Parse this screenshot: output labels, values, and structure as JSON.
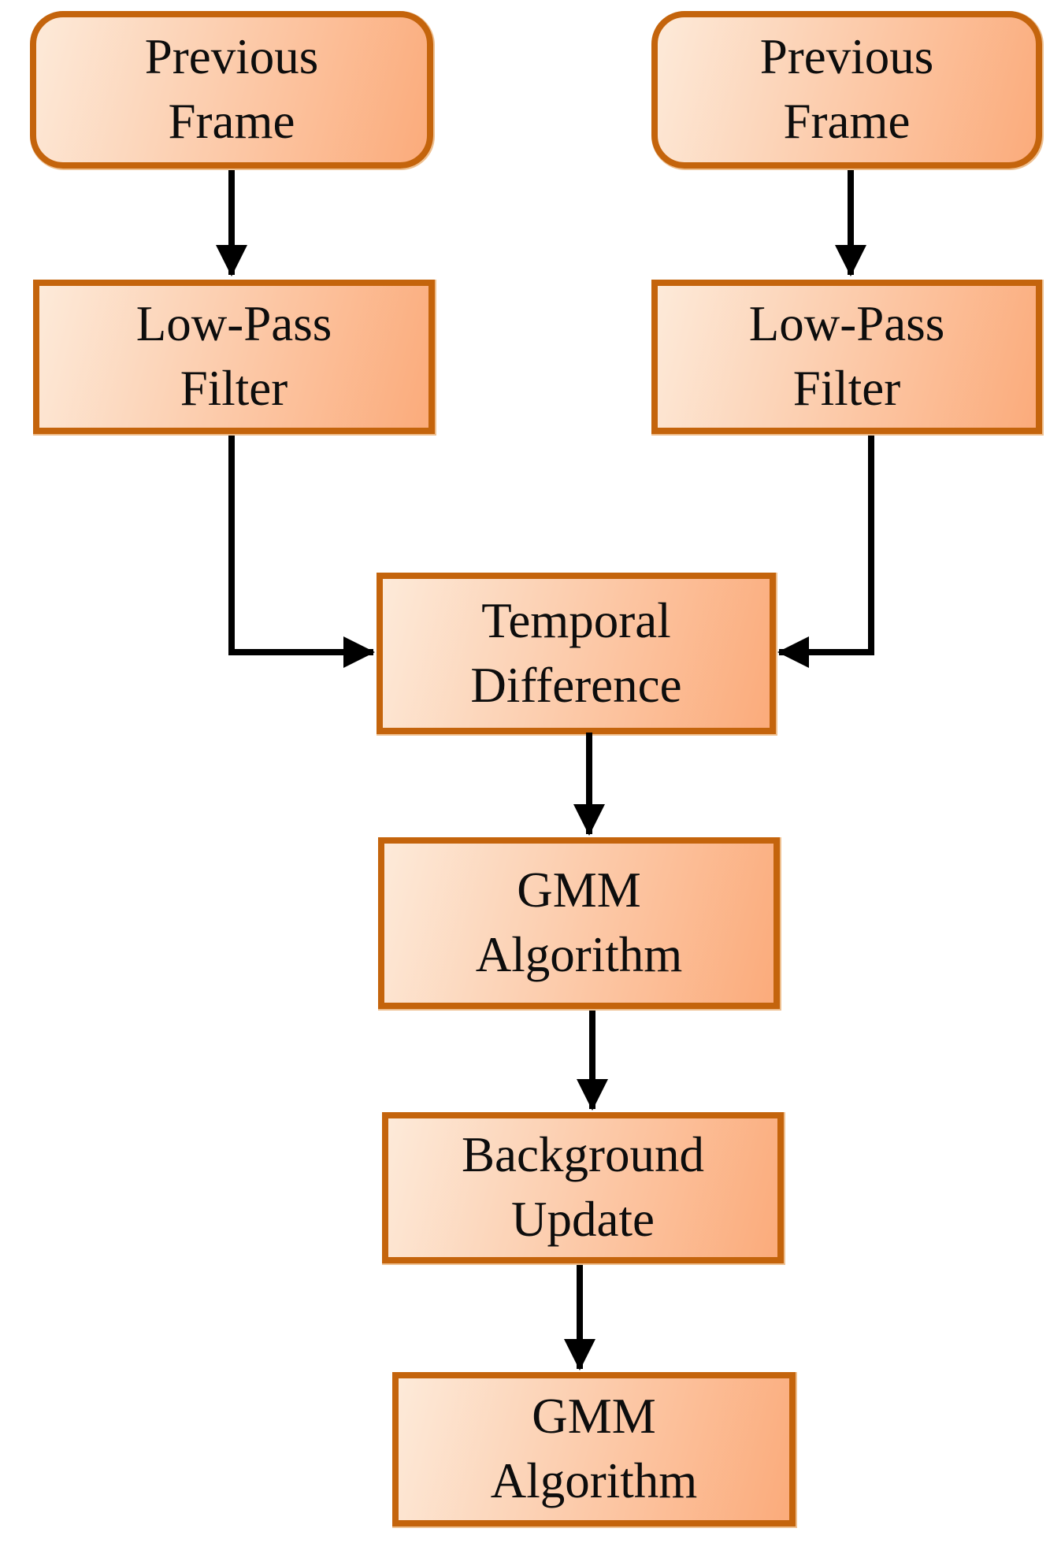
{
  "diagram": {
    "type": "flowchart",
    "nodes": [
      {
        "id": "previous-frame-left",
        "label": "Previous Frame",
        "line1": "Previous",
        "line2": "Frame",
        "shape": "rounded-rectangle"
      },
      {
        "id": "previous-frame-right",
        "label": "Previous Frame",
        "line1": "Previous",
        "line2": "Frame",
        "shape": "rounded-rectangle"
      },
      {
        "id": "low-pass-filter-left",
        "label": "Low-Pass Filter",
        "line1": "Low-Pass",
        "line2": "Filter",
        "shape": "rectangle"
      },
      {
        "id": "low-pass-filter-right",
        "label": "Low-Pass Filter",
        "line1": "Low-Pass",
        "line2": "Filter",
        "shape": "rectangle"
      },
      {
        "id": "temporal-difference",
        "label": "Temporal Difference",
        "line1": "Temporal",
        "line2": "Difference",
        "shape": "rectangle"
      },
      {
        "id": "gmm-algorithm-1",
        "label": "GMM Algorithm",
        "line1": "GMM",
        "line2": "Algorithm",
        "shape": "rectangle"
      },
      {
        "id": "background-update",
        "label": "Background Update",
        "line1": "Background",
        "line2": "Update",
        "shape": "rectangle"
      },
      {
        "id": "gmm-algorithm-2",
        "label": "GMM Algorithm",
        "line1": "GMM",
        "line2": "Algorithm",
        "shape": "rectangle"
      }
    ],
    "edges": [
      {
        "from": "previous-frame-left",
        "to": "low-pass-filter-left"
      },
      {
        "from": "previous-frame-right",
        "to": "low-pass-filter-right"
      },
      {
        "from": "low-pass-filter-left",
        "to": "temporal-difference"
      },
      {
        "from": "low-pass-filter-right",
        "to": "temporal-difference"
      },
      {
        "from": "temporal-difference",
        "to": "gmm-algorithm-1"
      },
      {
        "from": "gmm-algorithm-1",
        "to": "background-update"
      },
      {
        "from": "background-update",
        "to": "gmm-algorithm-2"
      }
    ],
    "colors": {
      "node_border": "#c4640c",
      "node_fill_light": "#fdead9",
      "node_fill_dark": "#fbab7b",
      "arrow": "#000000",
      "text": "#0d0d0d",
      "background": "#ffffff"
    }
  }
}
